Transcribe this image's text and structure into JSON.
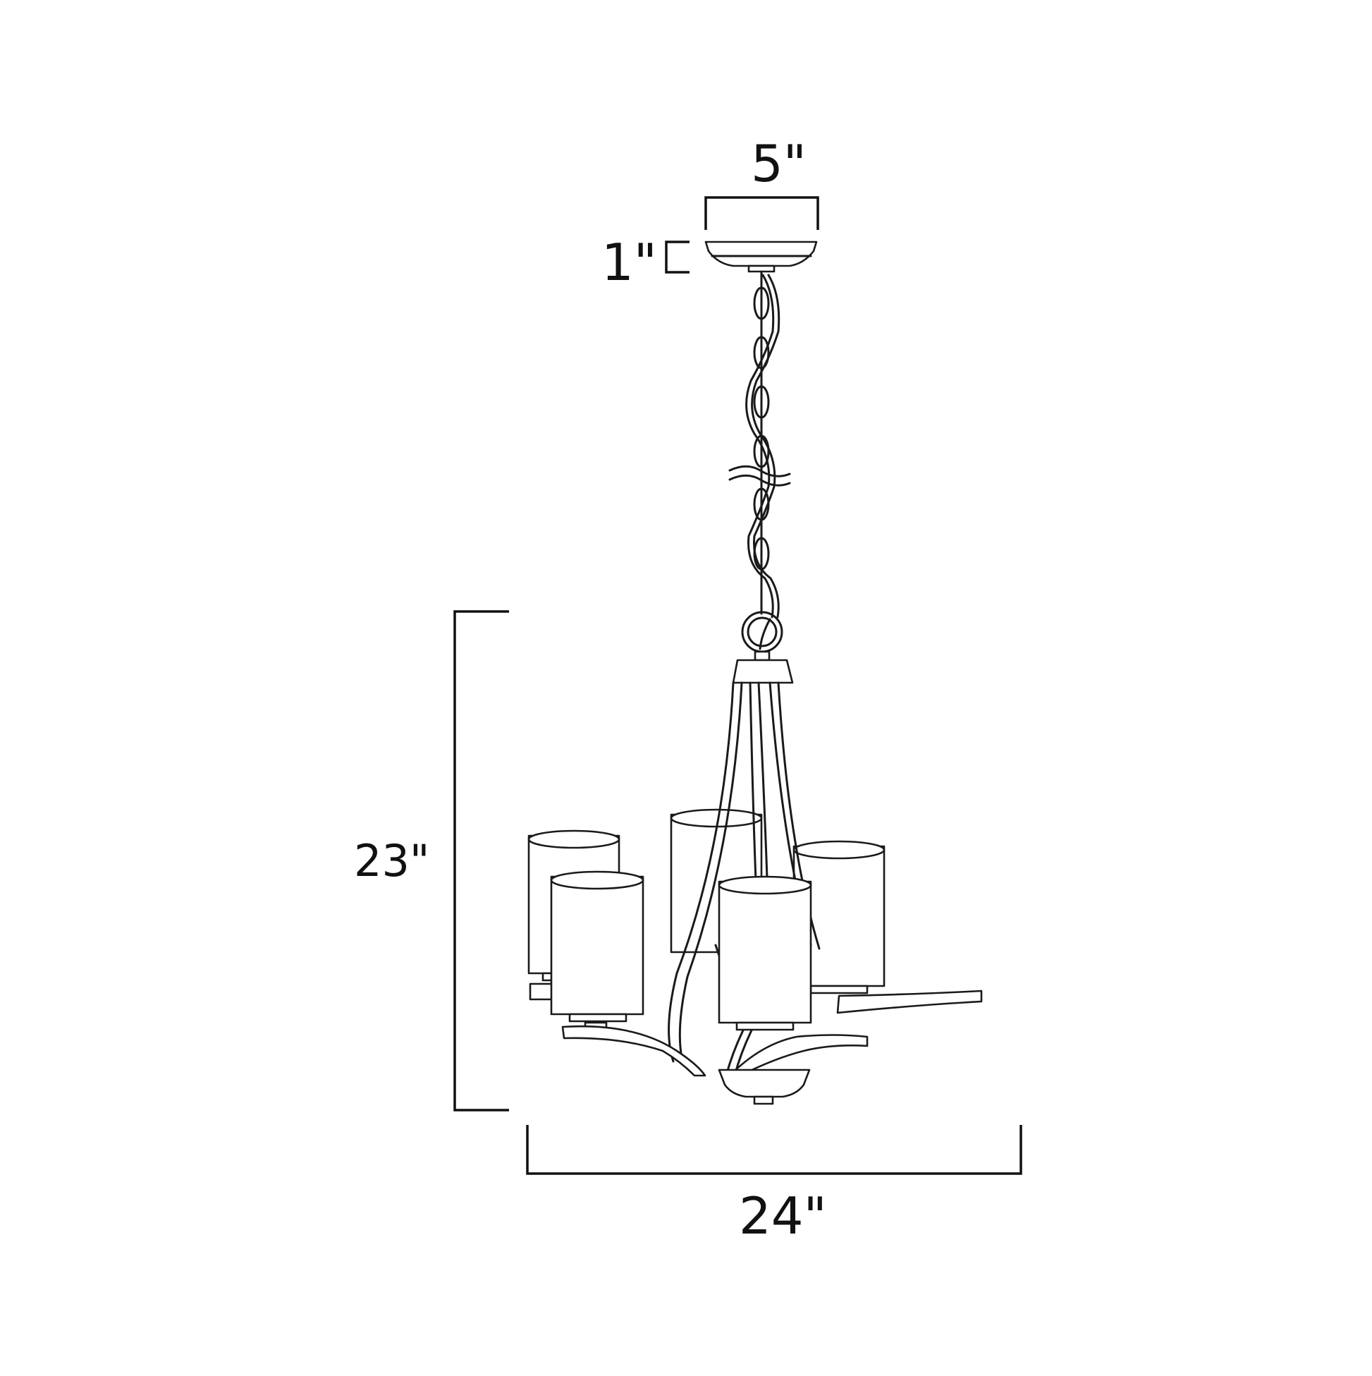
{
  "diagram": {
    "subject": "5-light chandelier with cylindrical glass shades",
    "dimensions": {
      "canopy_width": "5\"",
      "canopy_height": "1\"",
      "fixture_height": "23\"",
      "fixture_width": "24\""
    },
    "parts": [
      "canopy",
      "chain",
      "wire",
      "loop",
      "body",
      "arms",
      "shades",
      "bottom-finial"
    ],
    "shade_count": 5
  }
}
